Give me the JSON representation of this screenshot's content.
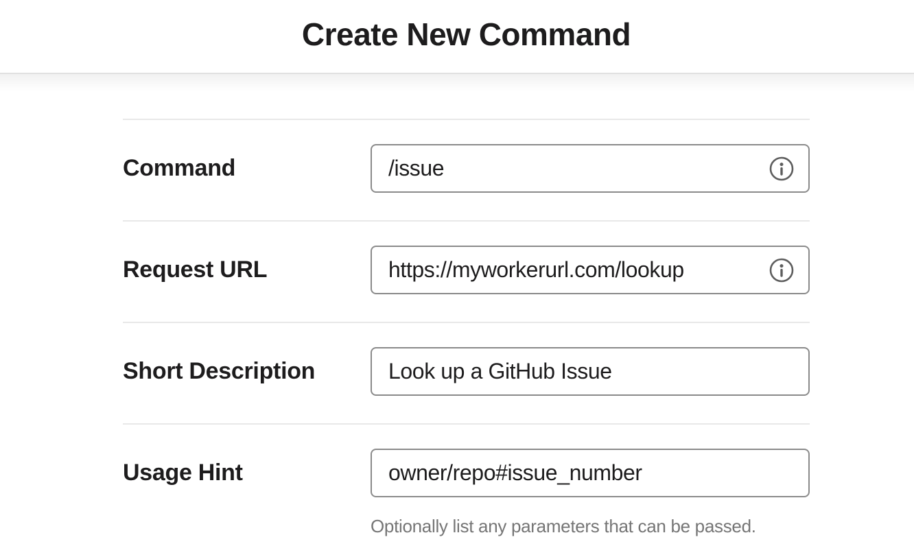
{
  "header": {
    "title": "Create New Command"
  },
  "form": {
    "fields": [
      {
        "label": "Command",
        "value": "/issue",
        "icon": "info-icon"
      },
      {
        "label": "Request URL",
        "value": "https://myworkerurl.com/lookup",
        "icon": "info-icon"
      },
      {
        "label": "Short Description",
        "value": "Look up a GitHub Issue",
        "icon": null
      },
      {
        "label": "Usage Hint",
        "value": "owner/repo#issue_number",
        "icon": null,
        "help_text": "Optionally list any parameters that can be passed."
      }
    ]
  },
  "colors": {
    "text": "#1d1c1d",
    "input_border": "#8a8a8a",
    "divider": "#e8e8e8",
    "header_border": "#e0e0e0",
    "helper_text": "#757575",
    "info_icon": "#5d5d5d"
  }
}
